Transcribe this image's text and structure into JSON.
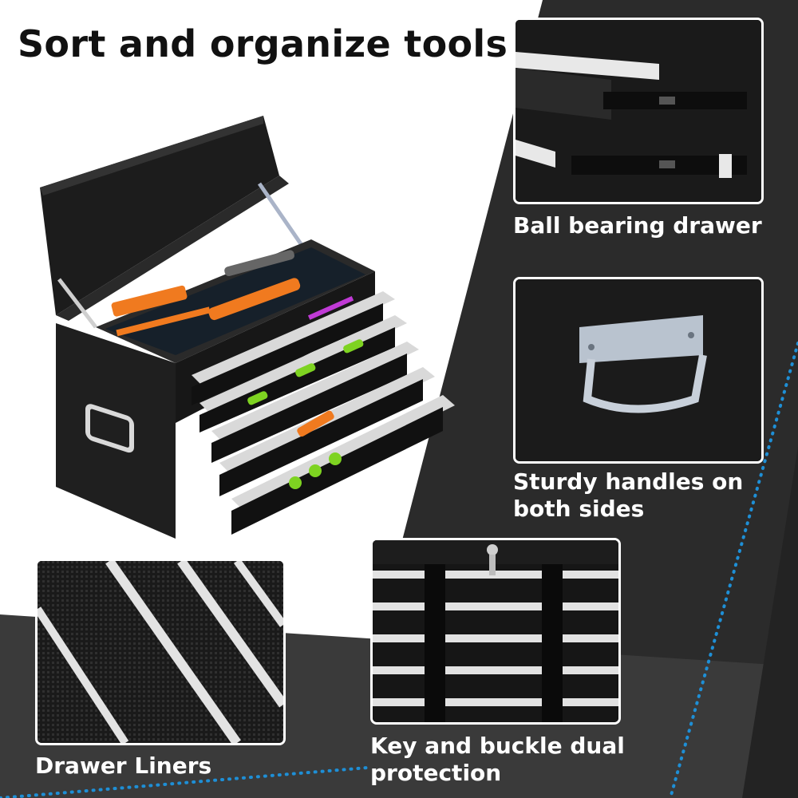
{
  "headline": "Sort and organize tools",
  "features": [
    {
      "label": "Ball bearing drawer",
      "image": "ball-bearing-slide-closeup"
    },
    {
      "label": "Sturdy handles on both sides",
      "image": "side-handle-closeup"
    },
    {
      "label": "Drawer Liners",
      "image": "drawer-liner-closeup"
    },
    {
      "label": "Key and buckle dual protection",
      "image": "key-lock-buckle-closeup"
    }
  ],
  "colors": {
    "background": "#ffffff",
    "band_dark": "#2b2b2b",
    "band_mid": "#3a3a3a",
    "dots": "#1e8fd6",
    "chest_body": "#1c1c1c",
    "drawer_rail": "#d9d9d9",
    "tool_orange": "#f07a1f",
    "tool_green": "#7ed321",
    "liner_magenta": "#c03ad6"
  }
}
